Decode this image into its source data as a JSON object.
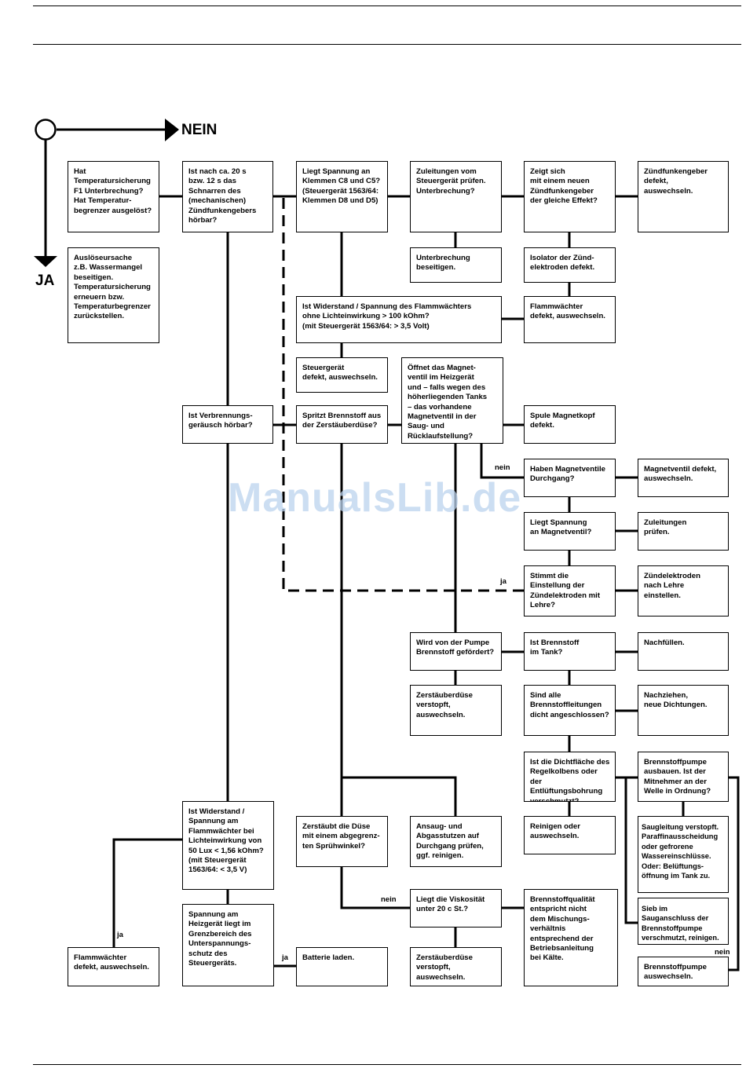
{
  "header": {
    "nein": "NEIN",
    "ja": "JA"
  },
  "edge_labels": {
    "nein_1": "nein",
    "ja_1": "ja",
    "nein_2": "nein",
    "ja_2": "ja",
    "ja_3": "ja",
    "nein_3": "nein"
  },
  "watermark": "ManualsLib.de",
  "boxes": {
    "b1": "Hat\nTemperatursicherung\nF1 Unterbrechung?\nHat Temperatur-\nbegrenzer ausgelöst?",
    "b2": "Ist nach ca. 20 s\nbzw. 12 s das\nSchnarren des\n(mechanischen)\nZündfunkengebers\nhörbar?",
    "b3": "Liegt Spannung an\nKlemmen C8 und C5?\n(Steuergerät 1563/64:\nKlemmen D8 und D5)",
    "b4": "Zuleitungen vom\nSteuergerät prüfen.\nUnterbrechung?",
    "b5": "Zeigt sich\nmit einem neuen\nZündfunkengeber\nder gleiche Effekt?",
    "b6": "Zündfunkengeber\ndefekt,\nauswechseln.",
    "b7": "Auslöseursache\nz.B. Wassermangel\nbeseitigen.\nTemperatursicherung\nerneuern bzw.\nTemperaturbegrenzer\nzurückstellen.",
    "b8": "Unterbrechung\nbeseitigen.",
    "b9": "Isolator der Zünd-\nelektroden defekt.",
    "b10": "Ist Widerstand / Spannung des Flammwächters\nohne Lichteinwirkung > 100 kOhm?\n(mit Steuergerät 1563/64: > 3,5 Volt)",
    "b11": "Flammwächter\ndefekt, auswechseln.",
    "b12": "Steuergerät\ndefekt, auswechseln.",
    "b13": "Öffnet das Magnet-\nventil im Heizgerät\nund – falls wegen des\nhöherliegenden Tanks\n – das  vorhandene\nMagnetventil in der\nSaug- und\nRücklaufstellung?",
    "b14": "Ist Verbrennungs-\ngeräusch hörbar?",
    "b15": "Spritzt Brennstoff aus\nder Zerstäuberdüse?",
    "b16": "Spule Magnetkopf\ndefekt.",
    "b17": "Haben Magnetventile\nDurchgang?",
    "b18": "Magnetventil defekt,\nauswechseln.",
    "b19": "Liegt Spannung\nan Magnetventil?",
    "b20": "Zuleitungen\nprüfen.",
    "b21": "Stimmt die\nEinstellung der\nZündelektroden mit\nLehre?",
    "b22": "Zündelektroden\nnach Lehre\neinstellen.",
    "b23": "Wird von der Pumpe\nBrennstoff gefördert?",
    "b24": "Ist Brennstoff\nim Tank?",
    "b25": "Nachfüllen.",
    "b26": "Zerstäuberdüse\nverstopft,\nauswechseln.",
    "b27": "Sind alle\nBrennstoffleitungen\ndicht angeschlossen?",
    "b28": "Nachziehen,\nneue Dichtungen.",
    "b29": "Ist die Dichtfläche des\nRegelkolbens oder der\nEntlüftungsbohrung\nverschmutzt?",
    "b30": "Brennstoffpumpe\nausbauen. Ist der\nMitnehmer an der\nWelle in Ordnung?",
    "b31": "Ist Widerstand /\nSpannung am\nFlammwächter bei\nLichteinwirkung von\n50 Lux < 1,56 kOhm?\n(mit Steuergerät\n1563/64: < 3,5 V)",
    "b32": "Zerstäubt die Düse\nmit einem abgegrenz-\nten Sprühwinkel?",
    "b33": "Ansaug- und\nAbgasstutzen auf\nDurchgang prüfen,\nggf. reinigen.",
    "b34": "Reinigen oder\nauswechseln.",
    "b35": "Saugleitung verstopft.\nParaffinausscheidung\noder gefrorene\nWassereinschlüsse.\nOder: Belüftungs-\nöffnung im Tank zu.",
    "b36": "Liegt die Viskosität\nunter 20 c St.?",
    "b37": "Brennstoffqualität\nentspricht nicht\ndem Mischungs-\nverhältnis\nentsprechend der\nBetriebsanleitung\nbei Kälte.",
    "b38": "Sieb im\nSauganschluss der\nBrennstoffpumpe\nverschmutzt, reinigen.",
    "b39": "Spannung am\nHeizgerät liegt im\nGrenzbereich des\nUnterspannungs-\nschutz des\nSteuergeräts.",
    "b40": "Flammwächter\ndefekt, auswechseln.",
    "b41": "Batterie laden.",
    "b42": "Zerstäuberdüse\nverstopft,\nauswechseln.",
    "b43": "Brennstoffpumpe\nauswechseln."
  }
}
